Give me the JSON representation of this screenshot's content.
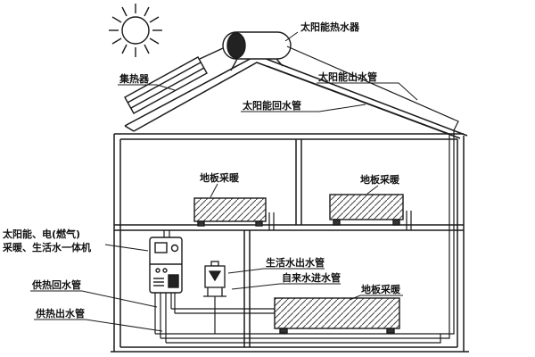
{
  "diagram": {
    "labels": {
      "solar_heater": "太阳能热水器",
      "collector": "集热器",
      "solar_outlet_pipe": "太阳能出水管",
      "solar_return_pipe": "太阳能回水管",
      "floor_heating_upper_left": "地板采暖",
      "floor_heating_upper_right": "地板采暖",
      "floor_heating_lower": "地板采暖",
      "unit_line1": "太阳能、电(燃气)",
      "unit_line2": "采暖、生活水一体机",
      "domestic_water_outlet_pipe": "生活水出水管",
      "tap_water_inlet_pipe": "自来水进水管",
      "heating_return_pipe": "供热回水管",
      "heating_supply_pipe": "供热出水管"
    },
    "colors": {
      "line": "#1a1a1a",
      "background": "#ffffff",
      "dark_fill": "#222222"
    }
  }
}
